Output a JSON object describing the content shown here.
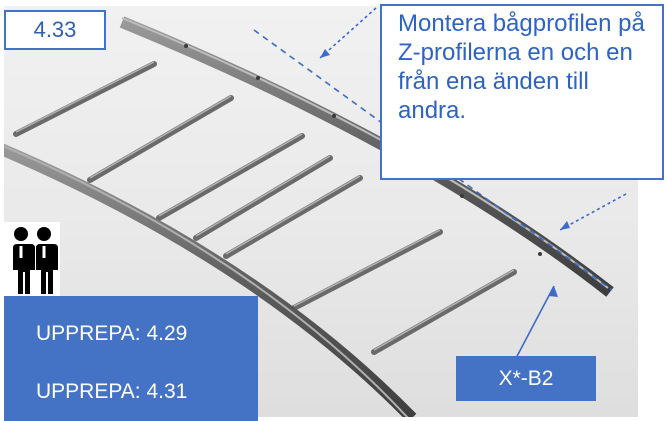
{
  "step_number": "4.33",
  "instruction": "Montera bågprofilen på Z-profilerna en och en från ena änden till andra.",
  "repeat_lines": [
    "UPPREPA: 4.29",
    "UPPREPA: 4.31"
  ],
  "part_label": "X*-B2",
  "people_icon": "two-persons-icon",
  "colors": {
    "accent": "#4472c4",
    "instruction_text": "#2f63c2",
    "profile_metal": "#6e6e6e"
  }
}
